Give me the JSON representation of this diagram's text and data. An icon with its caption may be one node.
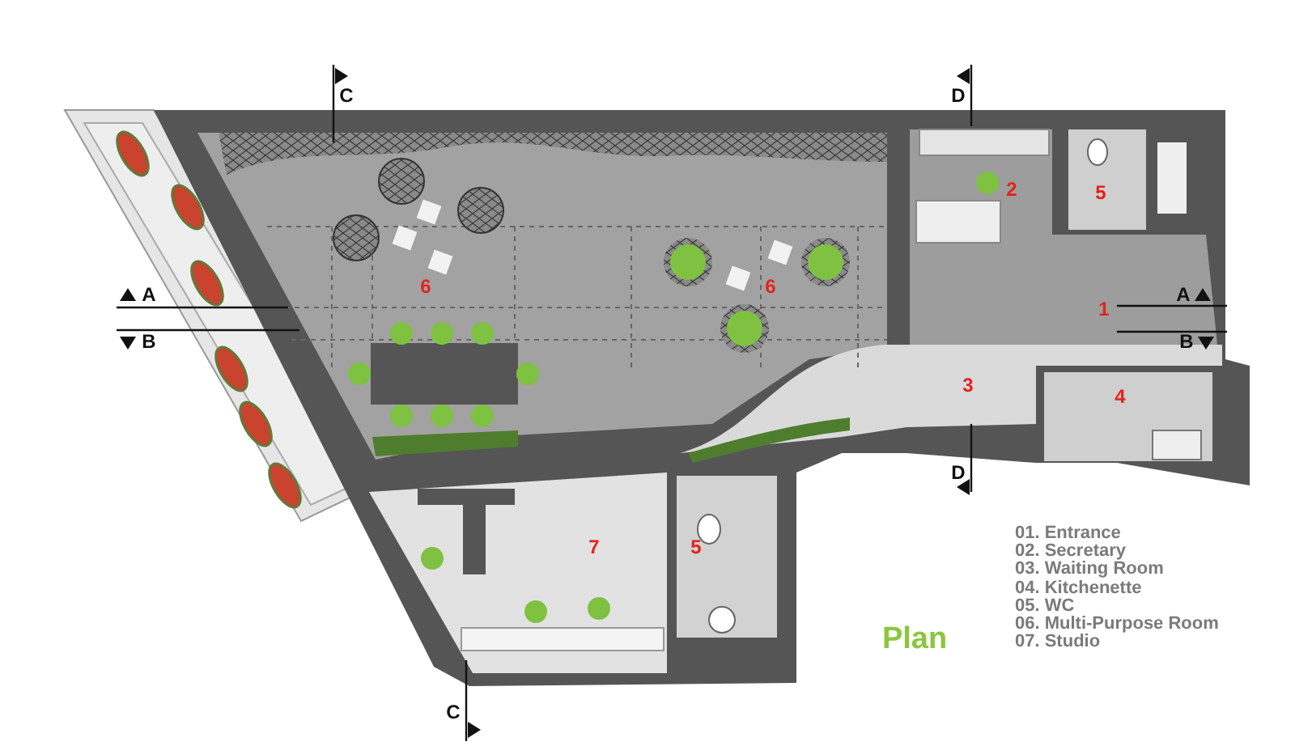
{
  "diagram": {
    "title": "Plan",
    "labels": [
      "C",
      "D",
      "2",
      "5",
      "6",
      "6",
      "A",
      "A",
      "1",
      "B",
      "B",
      "3",
      "4",
      "D",
      "7",
      "5",
      "01. Entrance",
      "02. Secretary",
      "03. Waiting Room",
      "04. Kitchenette",
      "05. WC",
      "06. Multi-Purpose Room",
      "07. Studio",
      "C"
    ]
  }
}
